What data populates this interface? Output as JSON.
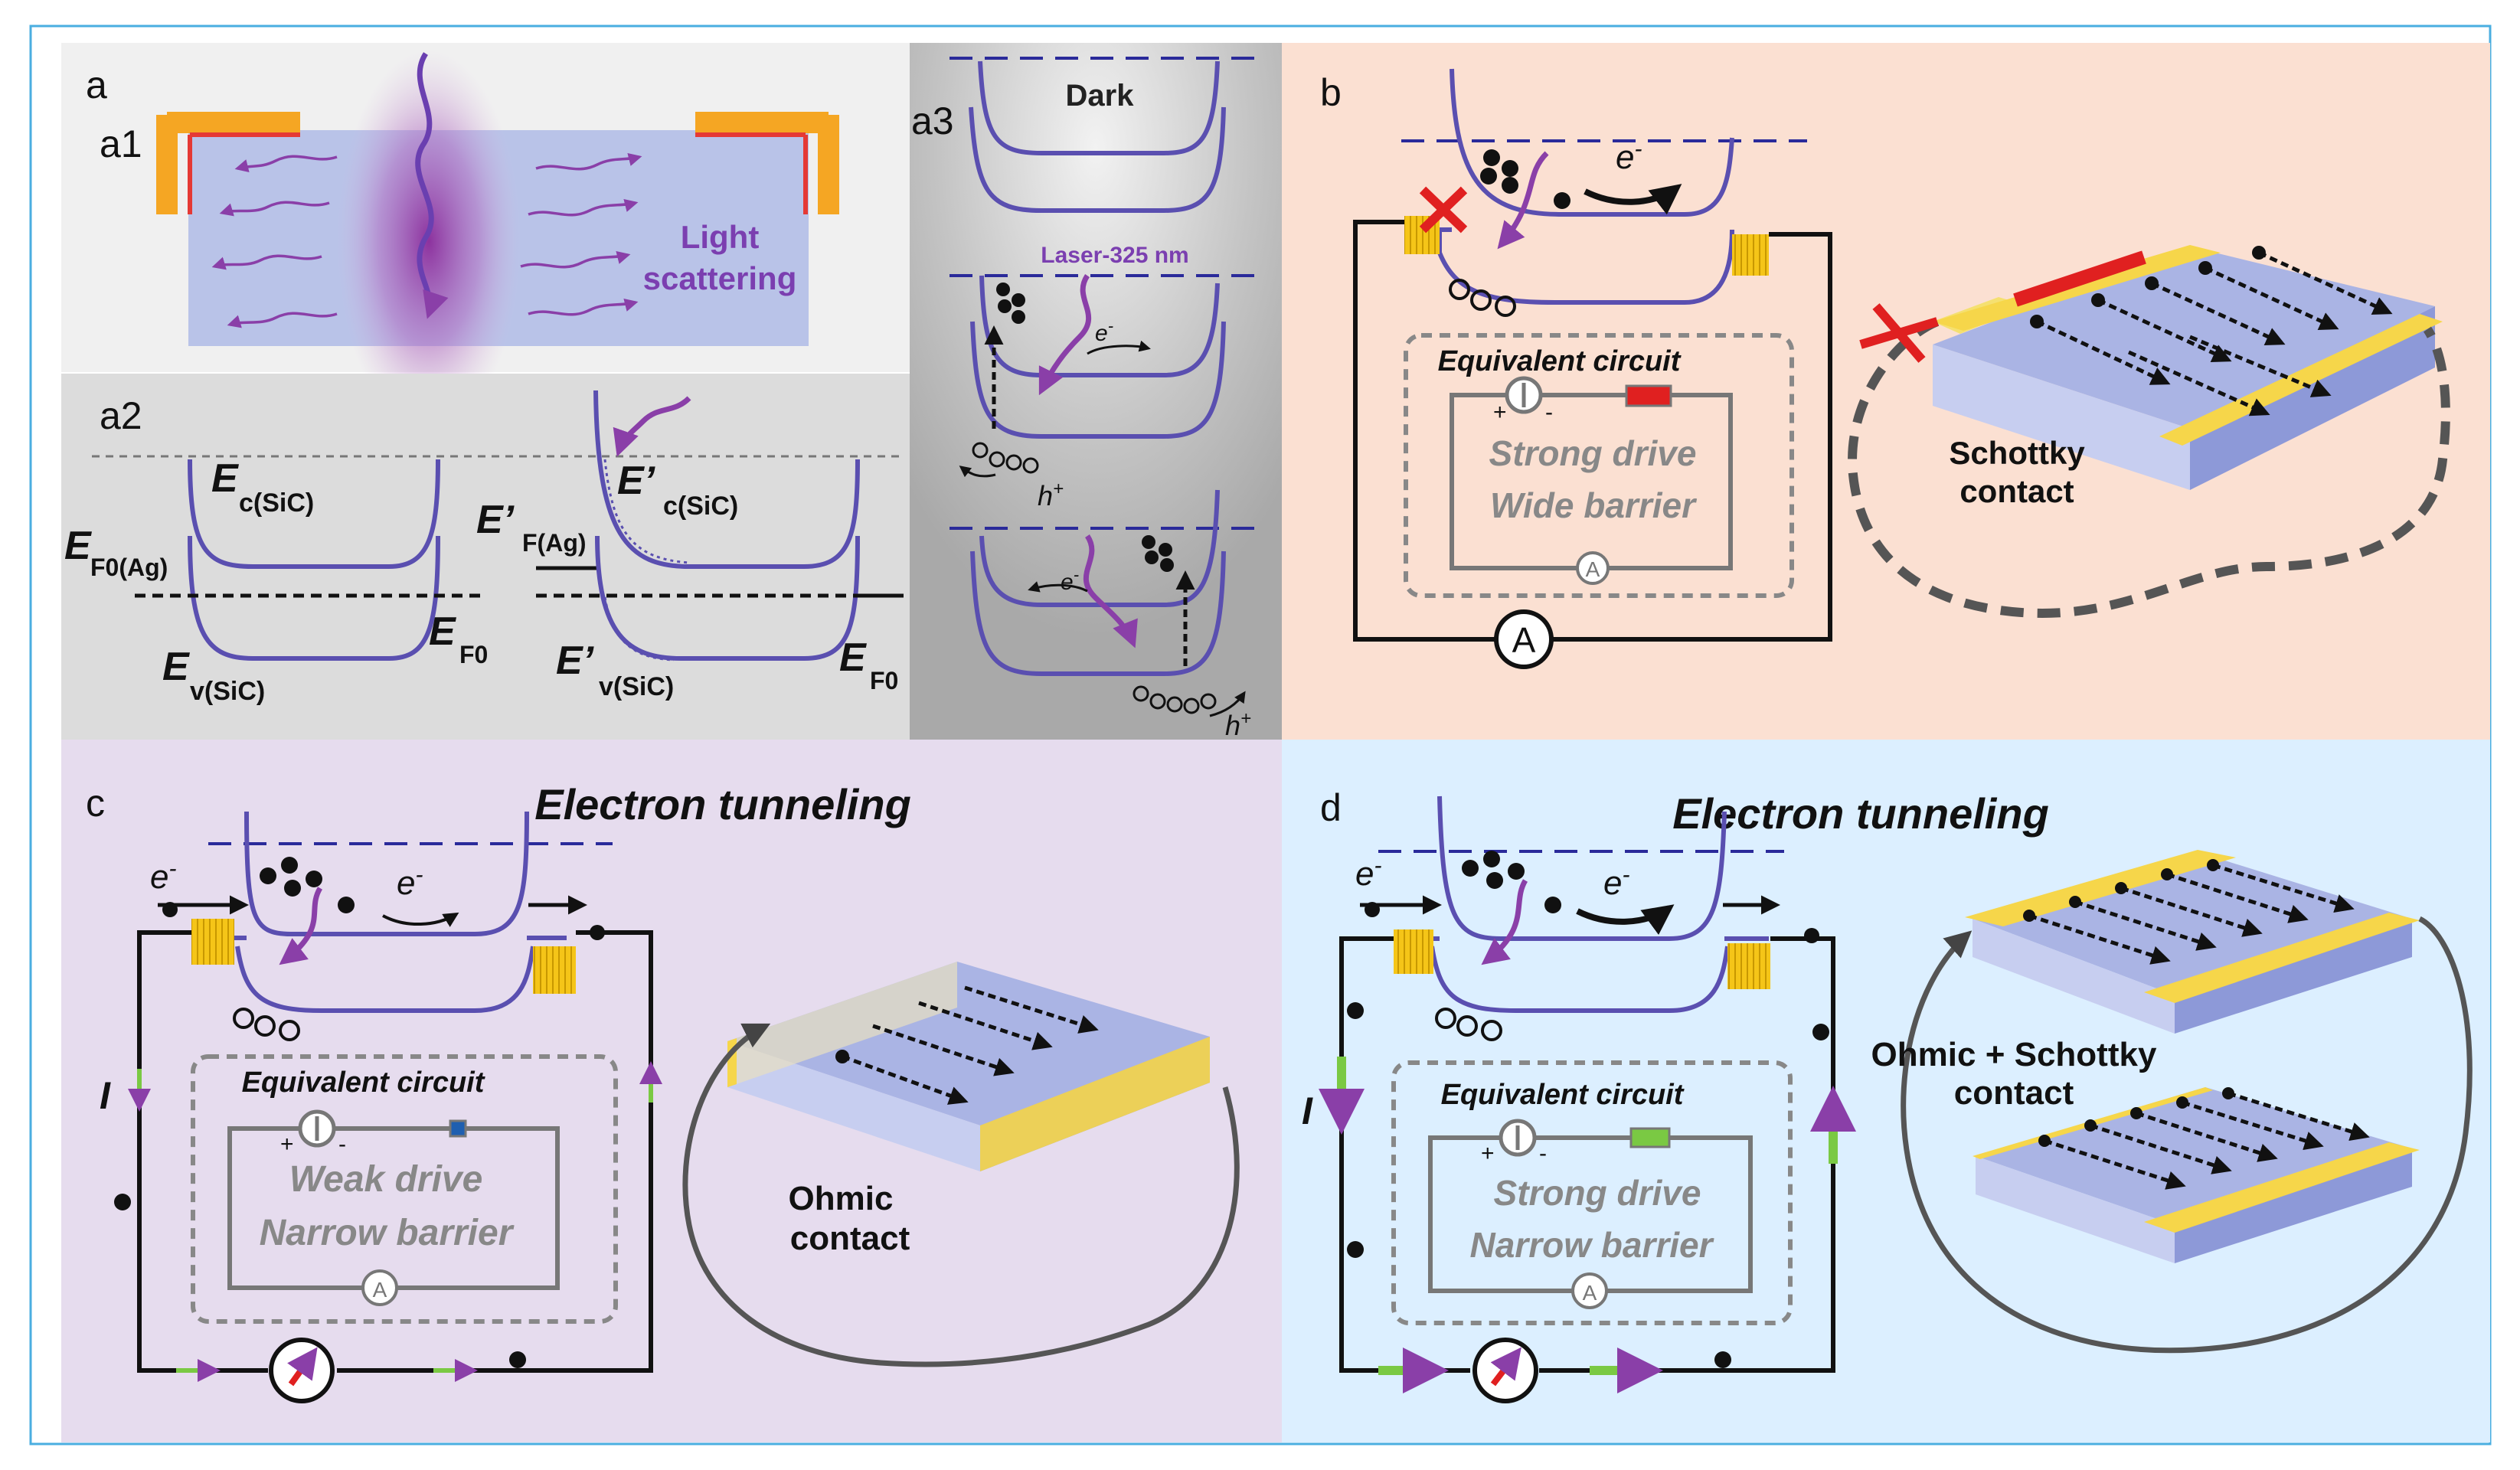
{
  "panel_labels": {
    "a": "a",
    "a1": "a1",
    "a2": "a2",
    "a3": "a3",
    "b": "b",
    "c": "c",
    "d": "d"
  },
  "a1": {
    "light_scattering": [
      "Light",
      "scattering"
    ]
  },
  "a2": {
    "ec": "E",
    "ec_sub": "c(SiC)",
    "ev": "E",
    "ev_sub": "v(SiC)",
    "ef0ag": "E",
    "ef0ag_sub": "F0(Ag)",
    "ef0": "E",
    "ef0_sub": "F0",
    "ec_p": "E’",
    "ev_p": "E’",
    "efag_p": "E’",
    "efag_p_sub": "F(Ag)"
  },
  "a3": {
    "dark": "Dark",
    "laser": "Laser-325 nm",
    "electron": "e",
    "minus": "-",
    "hole": "h",
    "plus": "+"
  },
  "b": {
    "electron": "e",
    "minus": "-",
    "equivalent_circuit": "Equivalent circuit",
    "drive": "Strong drive",
    "barrier": "Wide barrier",
    "ammeter": "A",
    "contact": [
      "Schottky",
      "contact"
    ]
  },
  "c": {
    "title": "Electron tunneling",
    "electron": "e",
    "minus": "-",
    "current": "I",
    "equivalent_circuit": "Equivalent circuit",
    "drive": "Weak drive",
    "barrier": "Narrow barrier",
    "ammeter": "A",
    "contact": [
      "Ohmic",
      "contact"
    ]
  },
  "d": {
    "title": "Electron tunneling",
    "electron": "e",
    "minus": "-",
    "current": "I",
    "equivalent_circuit": "Equivalent circuit",
    "drive": "Strong drive",
    "barrier": "Narrow barrier",
    "ammeter": "A",
    "contact": [
      "Ohmic + Schottky",
      "contact"
    ]
  },
  "colors": {
    "band": "#5a4fb0",
    "purple": "#8a3fa8",
    "gold": "#f5c518",
    "red": "#e02020",
    "green": "#7ac943",
    "panel_b": "#fbe0d2",
    "panel_c": "#e6dcee",
    "panel_d": "#dcefff",
    "panel_a1": "#f0f0f0",
    "panel_a2": "#dcdcdc",
    "panel_a3": "#c0c0c0"
  }
}
